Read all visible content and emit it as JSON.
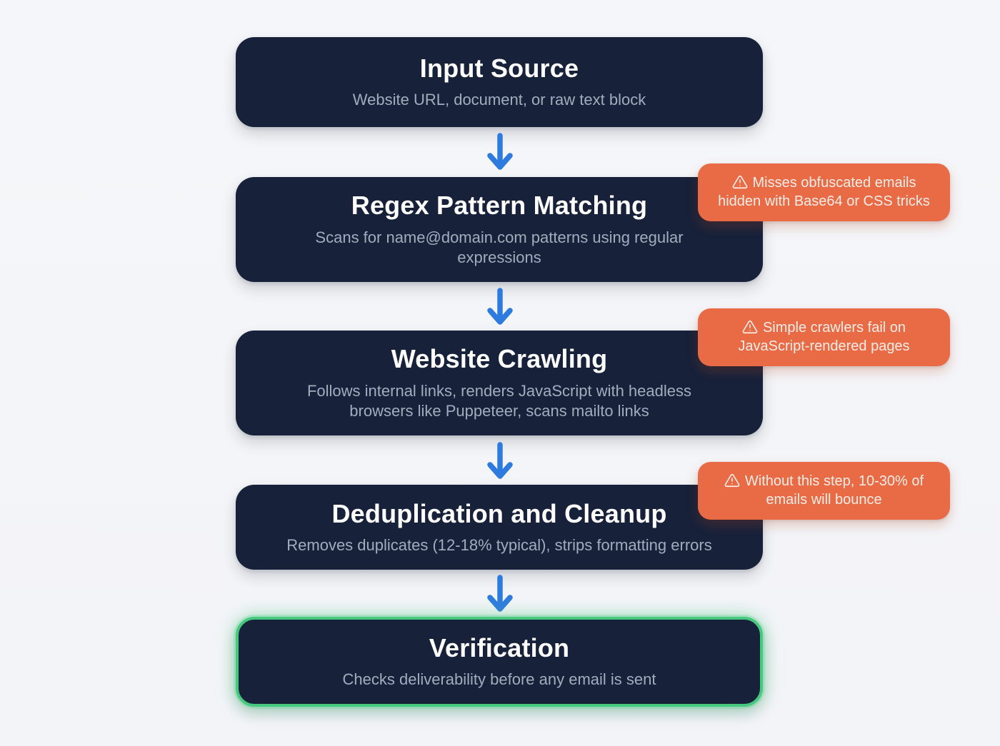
{
  "diagram": {
    "description": "Email extraction pipeline flowchart",
    "steps": [
      {
        "title": "Input Source",
        "subtitle": "Website URL, document, or raw text block",
        "highlighted": false,
        "warning": null
      },
      {
        "title": "Regex Pattern Matching",
        "subtitle": "Scans for name@domain.com patterns using regular expressions",
        "highlighted": false,
        "warning": "Misses obfuscated emails hidden with Base64 or CSS tricks"
      },
      {
        "title": "Website Crawling",
        "subtitle": "Follows internal links, renders JavaScript with headless browsers like Puppeteer, scans mailto links",
        "highlighted": false,
        "warning": "Simple crawlers fail on JavaScript-rendered pages"
      },
      {
        "title": "Deduplication and Cleanup",
        "subtitle": "Removes duplicates (12-18% typical), strips formatting errors",
        "highlighted": false,
        "warning": "Without this step, 10-30% of emails will bounce"
      },
      {
        "title": "Verification",
        "subtitle": "Checks deliverability before any email is sent",
        "highlighted": true,
        "warning": null
      }
    ],
    "icons": {
      "warning": "alert-triangle-icon",
      "connector": "arrow-down-icon"
    },
    "colors": {
      "background": "#F4F5F8",
      "step_background": "#17213A",
      "step_title": "#FFFFFF",
      "step_subtitle": "#A3ACBC",
      "arrow_blue": "#2E7BE0",
      "callout_background": "#E86B46",
      "callout_text": "#F9EDE7",
      "highlight_green": "#46C97E"
    }
  }
}
